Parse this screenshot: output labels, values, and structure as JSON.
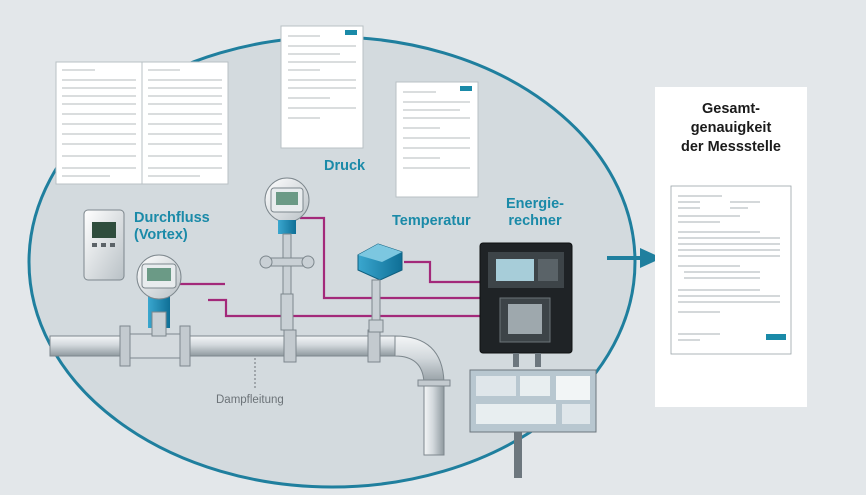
{
  "labels": {
    "durchfluss_line1": "Durchfluss",
    "durchfluss_line2": "(Vortex)",
    "druck": "Druck",
    "temperatur": "Temperatur",
    "energie_line1": "Energie-",
    "energie_line2": "rechner",
    "dampfleitung": "Dampfleitung"
  },
  "result": {
    "line1": "Gesamt-",
    "line2": "genauigkeit",
    "line3": "der Messstelle"
  },
  "colors": {
    "background": "#e3e7ea",
    "circle_stroke": "#1f7f9e",
    "label_blue": "#1a8aa8",
    "signal_line": "#a3297a",
    "pipe": "#c9d0d5",
    "pipe_dark": "#6d777e",
    "arrow": "#1f7f9e"
  },
  "icons": {
    "pipe": "steam-pipe",
    "flowmeter": "vortex-flowmeter",
    "pressure": "pressure-transmitter",
    "temperature": "temperature-sensor",
    "computer": "energy-computer",
    "documents": "calibration-certificates",
    "arrow": "arrow-right"
  }
}
